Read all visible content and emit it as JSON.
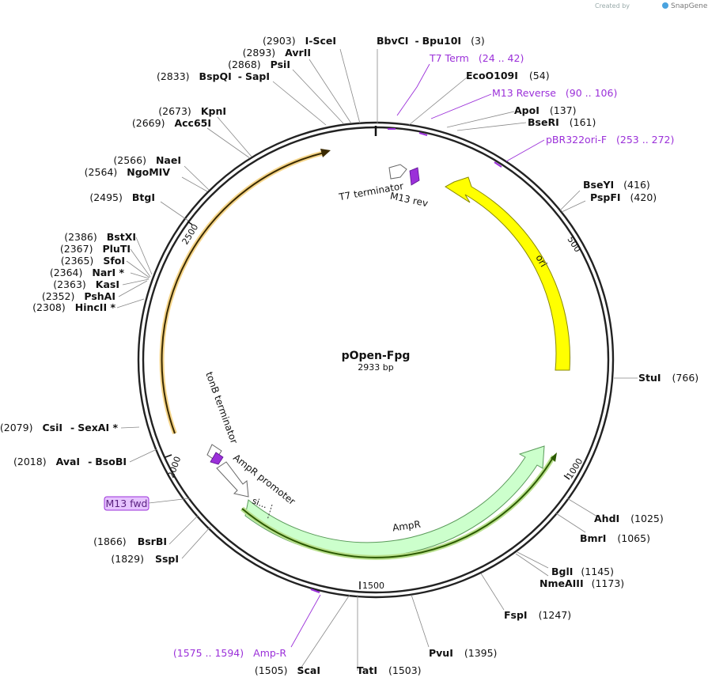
{
  "title": "pOpen-Fpg",
  "length_text": "2933 bp",
  "credit": {
    "prefix": "Created by",
    "brand": "SnapGene"
  },
  "ticks": [
    "500",
    "1000",
    "1500",
    "2000",
    "2500"
  ],
  "features": {
    "ori": "ori",
    "ampr": "AmpR",
    "ampr_promoter": "AmpR promoter",
    "ampr_signal": "si...",
    "ton_b": "tonB terminator",
    "t7_term": "T7 terminator",
    "m13_rev": "M13 rev"
  },
  "primers": {
    "t7_term": {
      "name": "T7 Term",
      "range": "(24 .. 42)"
    },
    "m13_reverse": {
      "name": "M13 Reverse",
      "range": "(90 .. 106)"
    },
    "pbr322ori": {
      "name": "pBR322ori-F",
      "range": "(253 .. 272)"
    },
    "amp_r": {
      "range": "(1575 .. 1594)",
      "name": "Amp-R"
    },
    "m13_fwd": {
      "name": "M13 fwd"
    }
  },
  "sites": {
    "bbvci": {
      "name": "BbvCI",
      "sep": "-",
      "name2": "Bpu10I",
      "pos": "(3)"
    },
    "ecoo109i": {
      "name": "EcoO109I",
      "pos": "(54)"
    },
    "apoi": {
      "name": "ApoI",
      "pos": "(137)"
    },
    "bseri": {
      "name": "BseRI",
      "pos": "(161)"
    },
    "bseyi": {
      "name": "BseYI",
      "pos": "(416)"
    },
    "pspfi": {
      "name": "PspFI",
      "pos": "(420)"
    },
    "stui": {
      "name": "StuI",
      "pos": "(766)"
    },
    "ahdi": {
      "name": "AhdI",
      "pos": "(1025)"
    },
    "bmri": {
      "name": "BmrI",
      "pos": "(1065)"
    },
    "bgli": {
      "name": "BglI",
      "pos": "(1145)"
    },
    "nmeaiii": {
      "name": "NmeAIII",
      "pos": "(1173)"
    },
    "fspi": {
      "name": "FspI",
      "pos": "(1247)"
    },
    "pvui": {
      "name": "PvuI",
      "pos": "(1395)"
    },
    "tati": {
      "name": "TatI",
      "pos": "(1503)"
    },
    "scai": {
      "pos": "(1505)",
      "name": "ScaI"
    },
    "sspi": {
      "pos": "(1829)",
      "name": "SspI"
    },
    "bsrbi": {
      "pos": "(1866)",
      "name": "BsrBI"
    },
    "avai": {
      "pos": "(2018)",
      "name": "AvaI",
      "sep": "-",
      "name2": "BsoBI"
    },
    "csii": {
      "pos": "(2079)",
      "name": "CsiI",
      "sep": "-",
      "name2": "SexAI *"
    },
    "hincii": {
      "pos": "(2308)",
      "name": "HincII *"
    },
    "pshai": {
      "pos": "(2352)",
      "name": "PshAI"
    },
    "kasi": {
      "pos": "(2363)",
      "name": "KasI"
    },
    "nari": {
      "pos": "(2364)",
      "name": "NarI *"
    },
    "sfoi": {
      "pos": "(2365)",
      "name": "SfoI"
    },
    "pluti": {
      "pos": "(2367)",
      "name": "PluTI"
    },
    "bstxi": {
      "pos": "(2386)",
      "name": "BstXI"
    },
    "btgi": {
      "pos": "(2495)",
      "name": "BtgI"
    },
    "ngomiv": {
      "pos": "(2564)",
      "name": "NgoMIV"
    },
    "naei": {
      "pos": "(2566)",
      "name": "NaeI"
    },
    "acc65i": {
      "pos": "(2669)",
      "name": "Acc65I"
    },
    "kpni": {
      "pos": "(2673)",
      "name": "KpnI"
    },
    "bspqi": {
      "pos": "(2833)",
      "name": "BspQI",
      "sep": "-",
      "name2": "SapI"
    },
    "psii": {
      "pos": "(2868)",
      "name": "PsiI"
    },
    "avrii": {
      "pos": "(2893)",
      "name": "AvrII"
    },
    "i_scei": {
      "pos": "(2903)",
      "name": "I-SceI"
    }
  },
  "colors": {
    "ori": "#ffff00",
    "ampr": "#ccffcc",
    "orf_orange": "#f5c24a",
    "orf_green": "#8bc34a",
    "primer": "#9b30d9",
    "primer_box": "#e6c3ff"
  }
}
